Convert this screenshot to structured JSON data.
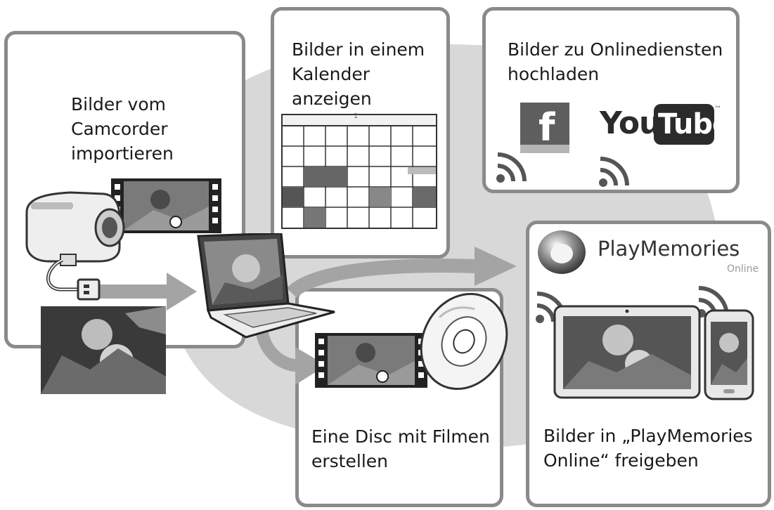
{
  "panels": {
    "import": {
      "text": "Bilder vom\nCamcorder\nimportieren"
    },
    "calendar": {
      "text": "Bilder in einem\nKalender\nanzeigen",
      "month_label": "1"
    },
    "upload": {
      "text": "Bilder zu Onlinediensten\nhochladen"
    },
    "disc": {
      "text": "Eine Disc mit Filmen\nerstellen"
    },
    "share": {
      "text": "Bilder in „PlayMemories\nOnline“ freigeben"
    }
  },
  "logos": {
    "facebook": "f",
    "youtube_you": "You",
    "youtube_tube": "Tube",
    "youtube_tm": "™",
    "playmemories": "PlayMemories",
    "playmemories_sub": "Online"
  },
  "icons": [
    "camcorder-icon",
    "usb-cable-icon",
    "film-strip-icon",
    "photo-icon",
    "laptop-icon",
    "calendar-icon",
    "wifi-icon",
    "disc-icon",
    "tablet-icon",
    "smartphone-icon",
    "arrow-icon"
  ],
  "colors": {
    "panel_border": "#8a8a8a",
    "background_blob": "#d8d8d8",
    "arrow": "#a4a4a4",
    "youtube_box": "#2b2b2b"
  }
}
